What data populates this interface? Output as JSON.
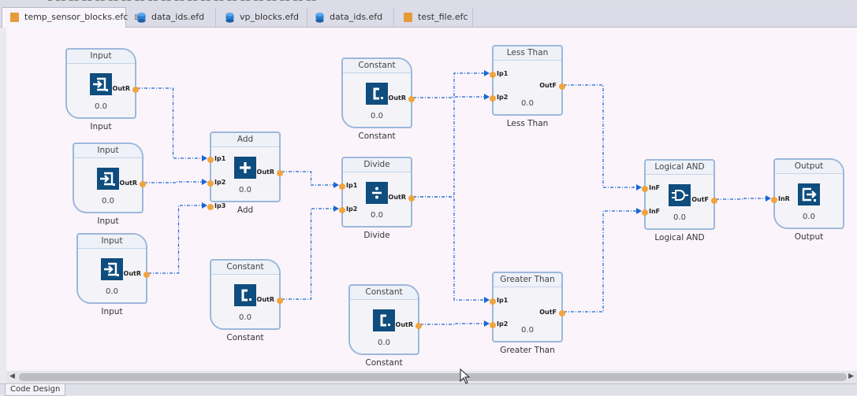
{
  "tabs": [
    {
      "id": "tab-1",
      "label": "temp_sensor_blocks.efc",
      "type": "efc",
      "active": true,
      "close": "⊠"
    },
    {
      "id": "tab-2",
      "label": "data_ids.efd",
      "type": "efd",
      "active": false
    },
    {
      "id": "tab-3",
      "label": "vp_blocks.efd",
      "type": "efd",
      "active": false
    },
    {
      "id": "tab-4",
      "label": "data_ids.efd",
      "type": "efd",
      "active": false
    },
    {
      "id": "tab-5",
      "label": "test_file.efc",
      "type": "efc",
      "active": false
    }
  ],
  "blocks": [
    {
      "id": "input-1",
      "kind": "io",
      "icon": "input-icon",
      "title": "Input",
      "value": "0.0",
      "label": "Input",
      "outputs": [
        "OutR"
      ]
    },
    {
      "id": "input-2",
      "kind": "io",
      "icon": "input-icon",
      "title": "Input",
      "value": "0.0",
      "label": "Input",
      "outputs": [
        "OutR"
      ]
    },
    {
      "id": "input-3",
      "kind": "io",
      "icon": "input-icon",
      "title": "Input",
      "value": "0.0",
      "label": "Input",
      "outputs": [
        "OutR"
      ]
    },
    {
      "id": "add",
      "kind": "fn",
      "icon": "plus-icon",
      "title": "Add",
      "value": "0.0",
      "label": "Add",
      "inputs": [
        "Ip1",
        "Ip2",
        "Ip3"
      ],
      "outputs": [
        "OutR"
      ]
    },
    {
      "id": "constant-1",
      "kind": "const",
      "icon": "constant-icon",
      "title": "Constant",
      "value": "0.0",
      "label": "Constant",
      "outputs": [
        "OutR"
      ]
    },
    {
      "id": "constant-2",
      "kind": "const",
      "icon": "constant-icon",
      "title": "Constant",
      "value": "0.0",
      "label": "Constant",
      "outputs": [
        "OutR"
      ]
    },
    {
      "id": "divide",
      "kind": "fn",
      "icon": "divide-icon",
      "title": "Divide",
      "value": "0.0",
      "label": "Divide",
      "inputs": [
        "Ip1",
        "Ip2"
      ],
      "outputs": [
        "OutR"
      ]
    },
    {
      "id": "constant-3",
      "kind": "const",
      "icon": "constant-icon",
      "title": "Constant",
      "value": "0.0",
      "label": "Constant",
      "outputs": [
        "OutR"
      ]
    },
    {
      "id": "less-than",
      "kind": "fn",
      "icon": "",
      "title": "Less Than",
      "value": "0.0",
      "label": "Less Than",
      "inputs": [
        "Ip1",
        "Ip2"
      ],
      "outputs": [
        "OutF"
      ]
    },
    {
      "id": "greater-than",
      "kind": "fn",
      "icon": "",
      "title": "Greater Than",
      "value": "0.0",
      "label": "Greater Than",
      "inputs": [
        "Ip1",
        "Ip2"
      ],
      "outputs": [
        "OutF"
      ]
    },
    {
      "id": "logical-and",
      "kind": "fn",
      "icon": "and-gate-icon",
      "title": "Logical AND",
      "value": "0.0",
      "label": "Logical AND",
      "inputs": [
        "InF",
        "InF"
      ],
      "outputs": [
        "OutF"
      ]
    },
    {
      "id": "output",
      "kind": "io",
      "icon": "output-icon",
      "title": "Output",
      "value": "0.0",
      "label": "Output",
      "inputs": [
        "InR"
      ]
    }
  ],
  "connections": [
    {
      "from": "input-1.OutR",
      "to": "add.Ip1"
    },
    {
      "from": "input-2.OutR",
      "to": "add.Ip2"
    },
    {
      "from": "input-3.OutR",
      "to": "add.Ip3"
    },
    {
      "from": "add.OutR",
      "to": "divide.Ip1"
    },
    {
      "from": "constant-2.OutR",
      "to": "divide.Ip2"
    },
    {
      "from": "constant-1.OutR",
      "to": "less-than.Ip2"
    },
    {
      "from": "divide.OutR",
      "to": "less-than.Ip1"
    },
    {
      "from": "divide.OutR",
      "to": "greater-than.Ip1"
    },
    {
      "from": "constant-3.OutR",
      "to": "greater-than.Ip2"
    },
    {
      "from": "less-than.OutF",
      "to": "logical-and.InF1"
    },
    {
      "from": "greater-than.OutF",
      "to": "logical-and.InF2"
    },
    {
      "from": "logical-and.OutF",
      "to": "output.InR"
    }
  ],
  "bottom": {
    "tab_label": "Code Design"
  },
  "colors": {
    "block_border": "#9cb8da",
    "icon_bg": "#0e4d7e",
    "port": "#f0a440",
    "wire": "#1a66d6",
    "canvas": "#fbf4fb"
  }
}
